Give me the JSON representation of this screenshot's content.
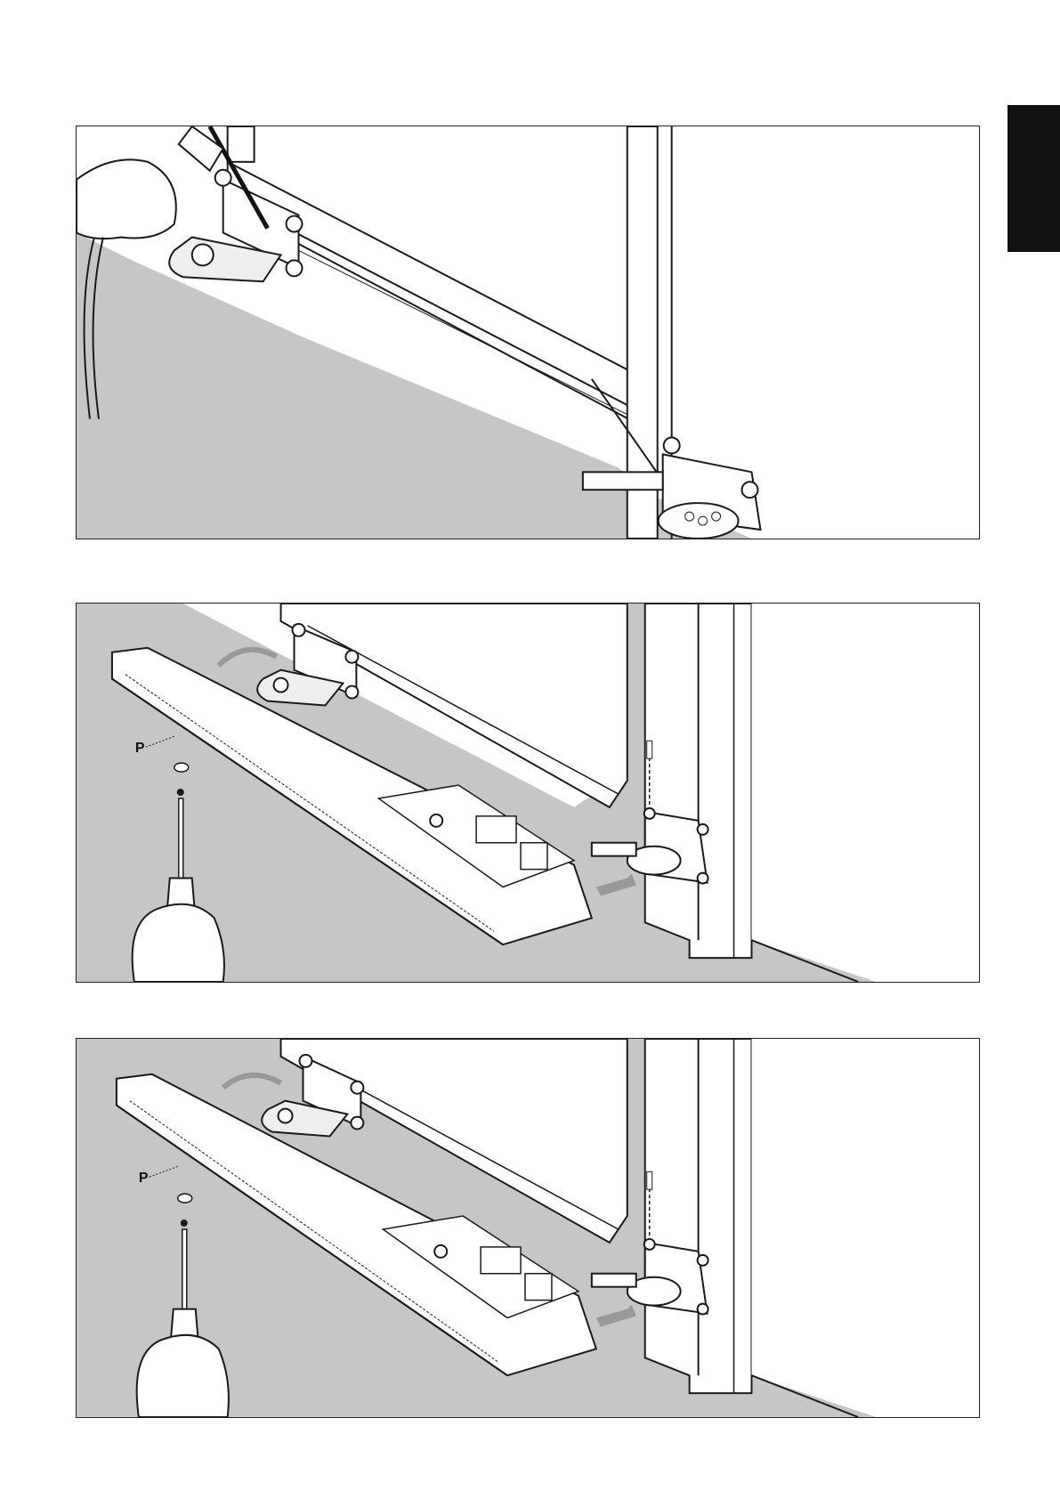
{
  "figures": [
    {
      "id": "fig1",
      "illustration": "drilling-bracket-at-gate-bottom"
    },
    {
      "id": "fig2",
      "illustration": "mounting-operator-arm",
      "part_label": "P"
    },
    {
      "id": "fig3",
      "illustration": "mounting-operator-arm",
      "part_label": "P"
    }
  ],
  "colors": {
    "floor": "#c6c6c6",
    "line": "#1a1a1a",
    "tab": "#111111"
  }
}
